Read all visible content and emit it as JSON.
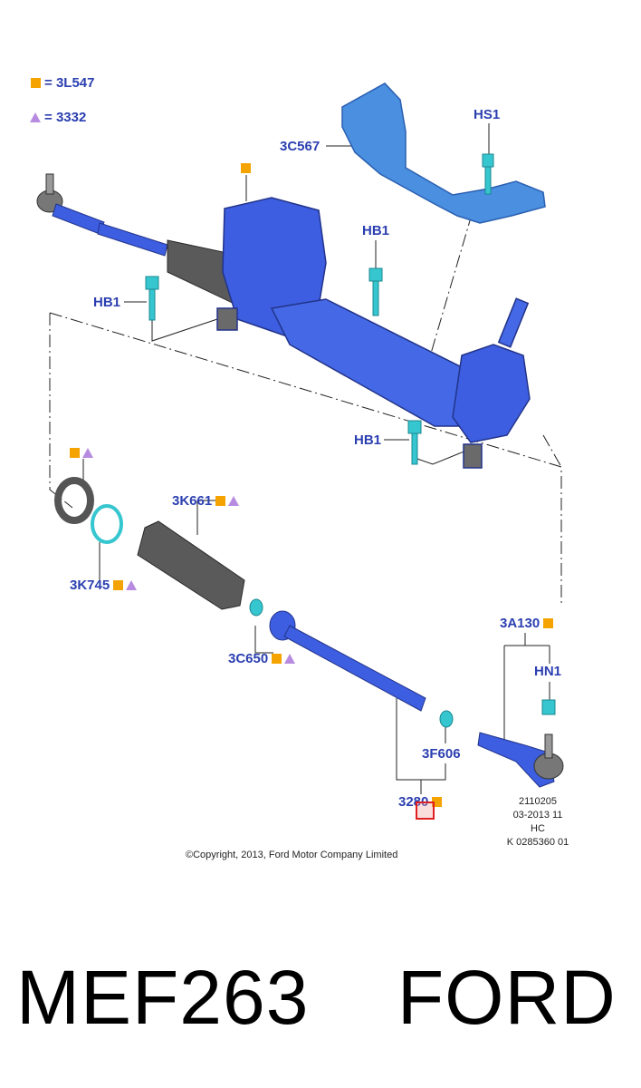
{
  "legend": {
    "square_code": "3L547",
    "triangle_code": "3332",
    "square_prefix": "= ",
    "triangle_prefix": "= "
  },
  "callouts": {
    "c3C567": "3C567",
    "cHS1": "HS1",
    "cHB1_top": "HB1",
    "cHB1_left": "HB1",
    "cHB1_lower": "HB1",
    "c3K661": "3K661",
    "c3K745": "3K745",
    "c3C650": "3C650",
    "c3A130": "3A130",
    "cHN1": "HN1",
    "c3F606": "3F606",
    "c3280": "3280"
  },
  "reference": {
    "line1": "2110205",
    "line2": "03-2013 11",
    "line3": "HC",
    "line4": "K 0285360 01"
  },
  "copyright": "©Copyright, 2013, Ford Motor Company Limited",
  "caption": "MEF263    FORD",
  "colors": {
    "label_blue": "#2b3fb0",
    "square": "#f5a300",
    "triangle": "#b78be0",
    "part_blue": "#3d5ee0",
    "bolt_cyan": "#36c6cf",
    "boot_grey": "#5a5a5a",
    "highlight_red": "#e02020"
  }
}
